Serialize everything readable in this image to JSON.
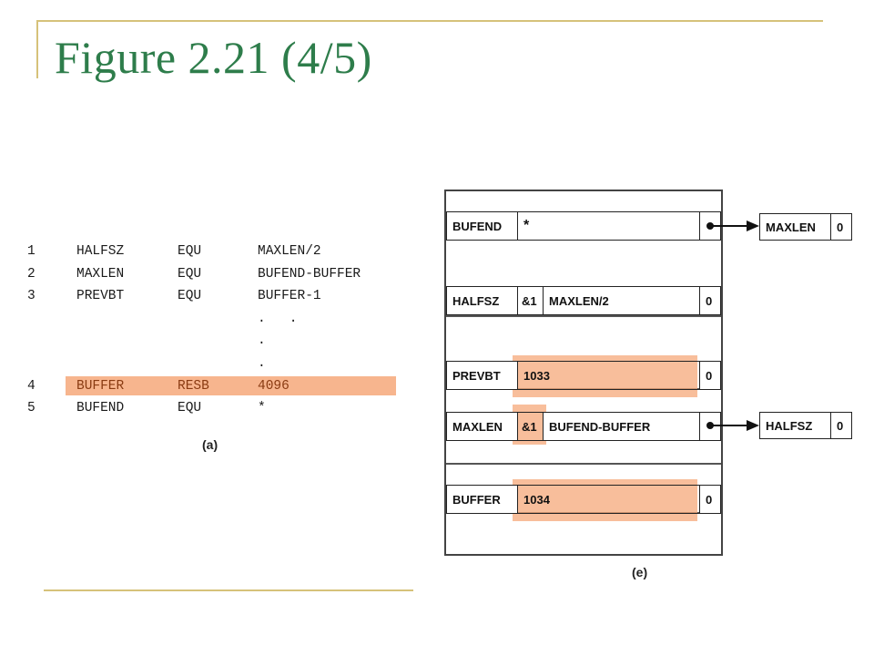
{
  "title": "Figure 2.21 (4/5)",
  "listing": {
    "rows": [
      {
        "num": "1",
        "label": "HALFSZ",
        "op": "EQU",
        "arg": "MAXLEN/2"
      },
      {
        "num": "2",
        "label": "MAXLEN",
        "op": "EQU",
        "arg": "BUFEND-BUFFER"
      },
      {
        "num": "3",
        "label": "PREVBT",
        "op": "EQU",
        "arg": "BUFFER-1"
      },
      {
        "num": "",
        "label": "",
        "op": "",
        "arg": ".   ."
      },
      {
        "num": "",
        "label": "",
        "op": "",
        "arg": "."
      },
      {
        "num": "",
        "label": "",
        "op": "",
        "arg": "."
      },
      {
        "num": "4",
        "label": "BUFFER",
        "op": "RESB",
        "arg": "4096"
      },
      {
        "num": "5",
        "label": "BUFEND",
        "op": "EQU",
        "arg": "*"
      }
    ],
    "caption": "(a)"
  },
  "symtab": {
    "entries": [
      {
        "name": "BUFEND",
        "field": "*",
        "expr": "",
        "value": ""
      },
      {
        "name": "HALFSZ",
        "field": "&1",
        "expr": "MAXLEN/2",
        "value": "0"
      },
      {
        "name": "PREVBT",
        "field": "1033",
        "expr": "",
        "value": "0"
      },
      {
        "name": "MAXLEN",
        "field": "&1",
        "expr": "BUFEND-BUFFER",
        "value": ""
      },
      {
        "name": "BUFFER",
        "field": "1034",
        "expr": "",
        "value": "0"
      }
    ],
    "links": [
      {
        "name": "MAXLEN",
        "value": "0"
      },
      {
        "name": "HALFSZ",
        "value": "0"
      }
    ],
    "caption": "(e)"
  },
  "colors": {
    "title": "#2e7d4b",
    "highlight": "#f6a87a",
    "frame": "#d6c27a"
  }
}
